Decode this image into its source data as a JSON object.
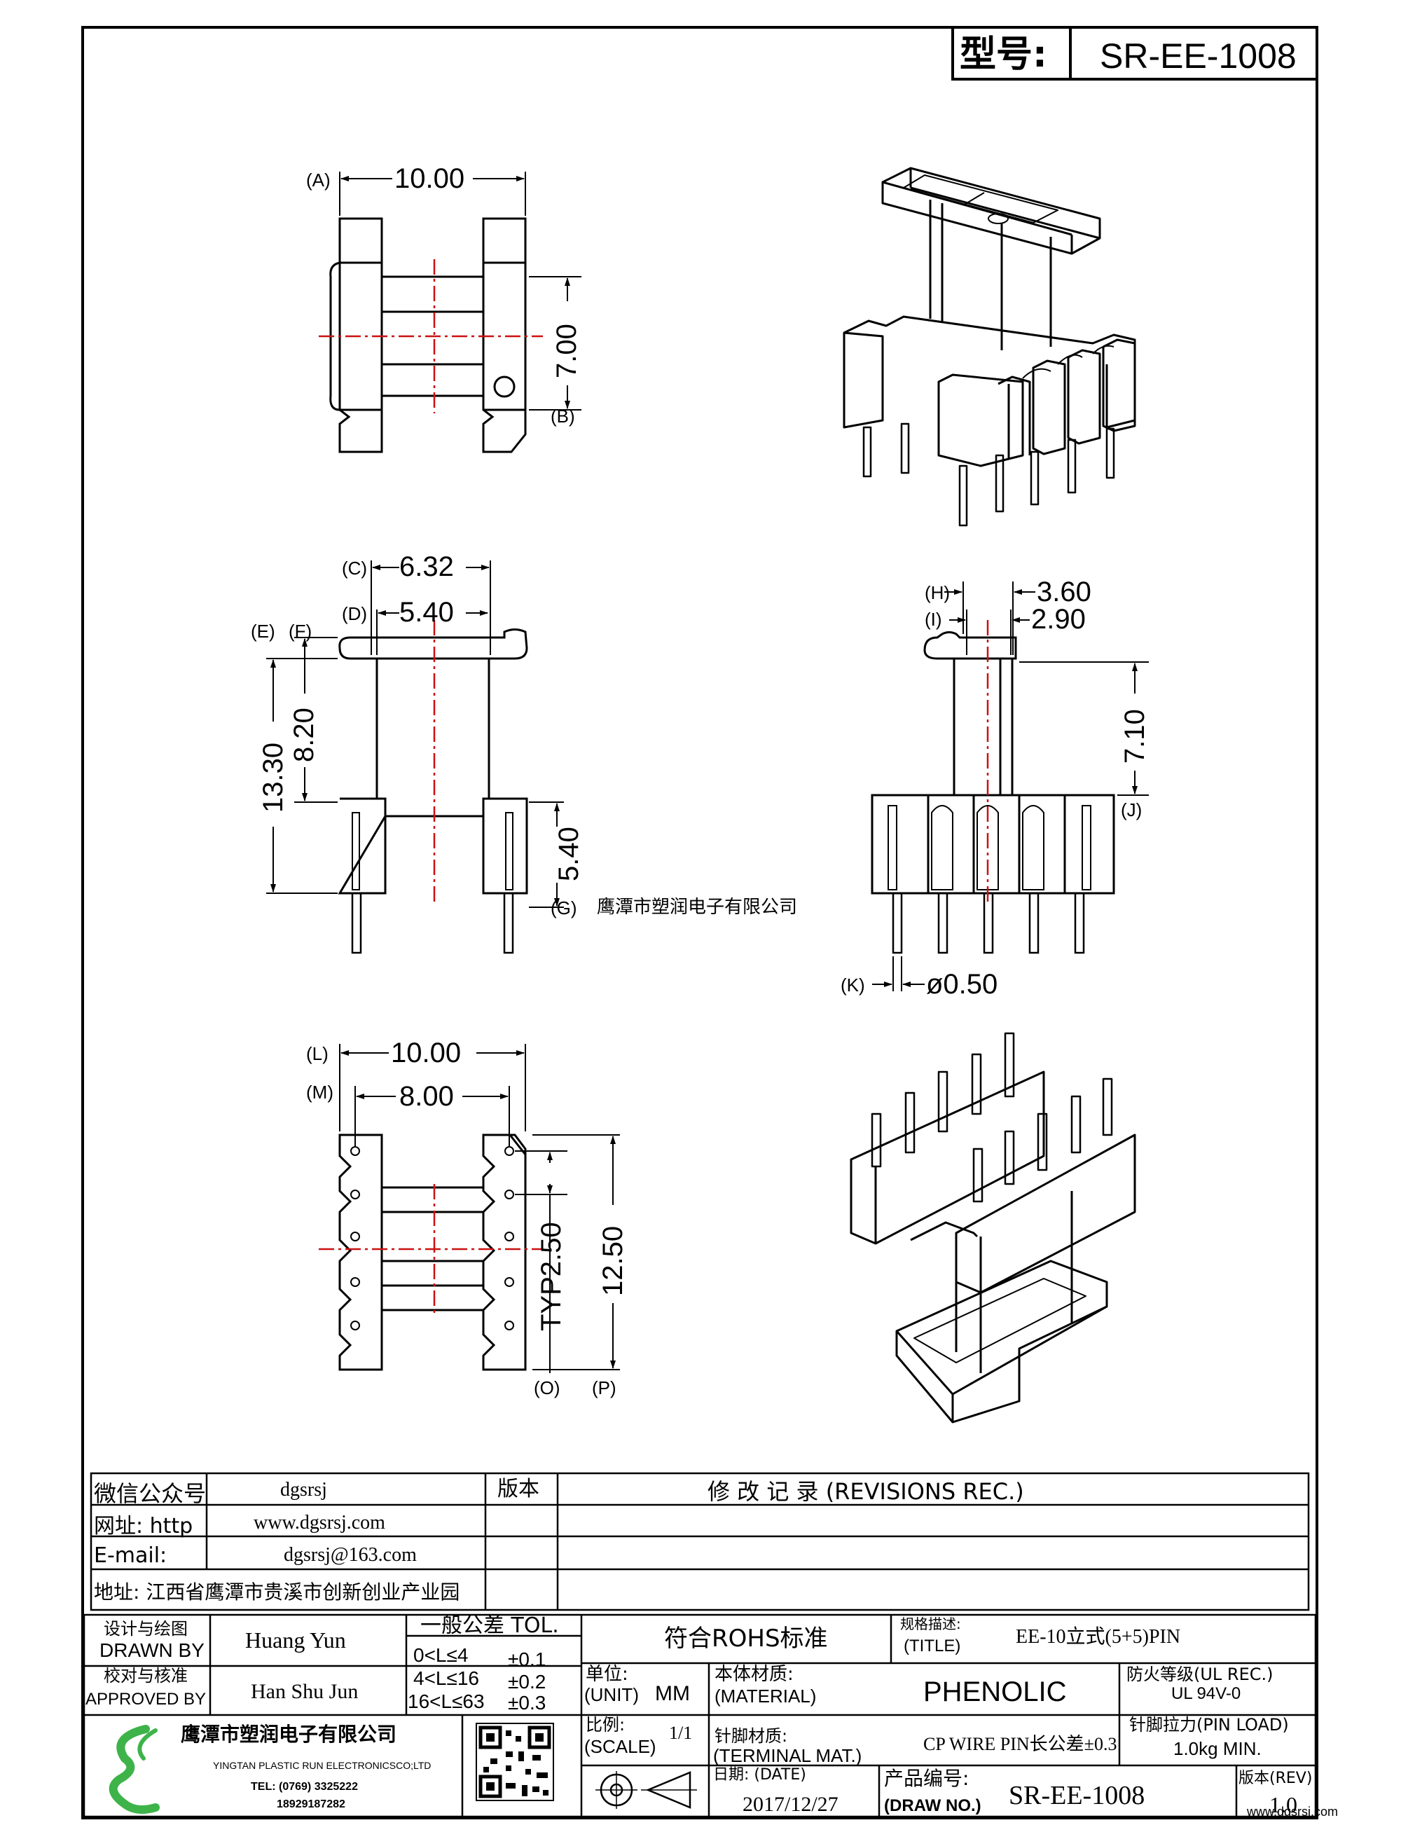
{
  "header": {
    "model_label": "型号:",
    "model": "SR-EE-1008"
  },
  "views": {
    "top": {
      "dim_width": "10.00",
      "dim_height": "7.00",
      "ref_a": "(A)",
      "ref_b": "(B)"
    },
    "front": {
      "dim_c": "6.32",
      "dim_d": "5.40",
      "dim_total": "13.30",
      "dim_upper": "8.20",
      "dim_lower": "5.40",
      "ref_c": "(C)",
      "ref_d": "(D)",
      "ref_e": "(E)",
      "ref_f": "(F)",
      "ref_g": "(G)"
    },
    "side": {
      "dim_h": "3.60",
      "dim_i": "2.90",
      "dim_j": "7.10",
      "dim_pin": "ø0.50",
      "ref_h": "(H)",
      "ref_i": "(I)",
      "ref_j": "(J)",
      "ref_k": "(K)"
    },
    "bottom": {
      "dim_l": "10.00",
      "dim_m": "8.00",
      "dim_pitch": "TYP2.50",
      "dim_len": "12.50",
      "ref_l": "(L)",
      "ref_m": "(M)",
      "ref_o": "(O)",
      "ref_p": "(P)"
    },
    "watermark": "鹰潭市塑润电子有限公司"
  },
  "info": {
    "wechat_label": "微信公众号",
    "wechat": "dgsrsj",
    "web_label": "网址: http",
    "web": "www.dgsrsj.com",
    "email_label": "E-mail:",
    "email": "dgsrsj@163.com",
    "address": "地址: 江西省鹰潭市贵溪市创新创业产业园",
    "version_label": "版本",
    "revisions": "修 改 记 录 (REVISIONS REC.)"
  },
  "titleblock": {
    "drawn_cn": "设计与绘图",
    "drawn_en": "DRAWN BY",
    "drawn_name": "Huang Yun",
    "approved_cn": "校对与核准",
    "approved_en": "APPROVED BY",
    "approved_name": "Han Shu Jun",
    "tol_title": "一般公差 TOL.",
    "tol_rows": [
      {
        "range": "0<L≤4",
        "tol": "±0.1"
      },
      {
        "range": "4<L≤16",
        "tol": "±0.2"
      },
      {
        "range": "16<L≤63",
        "tol": "±0.3"
      }
    ],
    "rohs": "符合ROHS标准",
    "title_cn": "规格描述:",
    "title_en": "(TITLE)",
    "title_value": "EE-10立式(5+5)PIN",
    "unit_cn": "单位:",
    "unit_en": "(UNIT)",
    "unit_value": "MM",
    "material_cn": "本体材质:",
    "material_en": "(MATERIAL)",
    "material_value": "PHENOLIC",
    "fire_cn": "防火等级(UL REC.)",
    "fire_value": "UL 94V-0",
    "scale_cn": "比例:",
    "scale_en": "(SCALE)",
    "scale_value": "1/1",
    "terminal_cn": "针脚材质:",
    "terminal_en": "(TERMINAL MAT.)",
    "terminal_value": "CP WIRE  PIN长公差±0.3",
    "pinload_cn": "针脚拉力(PIN LOAD)",
    "pinload_value": "1.0kg MIN.",
    "date_label": "日期: (DATE)",
    "date_value": "2017/12/27",
    "drawno_cn": "产品编号:",
    "drawno_en": "(DRAW NO.)",
    "drawno_value": "SR-EE-1008",
    "rev_label": "版本(REV)",
    "rev_value": "1.0",
    "company_cn": "鹰潭市塑润电子有限公司",
    "company_en": "YINGTAN PLASTIC RUN ELECTRONICSCO;LTD",
    "tel": "TEL: (0769) 3325222",
    "mobile": "18929187282",
    "site_mark": "www.dgsrsj.com"
  },
  "colors": {
    "line": "#000000",
    "center": "#cc1111",
    "logo": "#3db34a"
  }
}
